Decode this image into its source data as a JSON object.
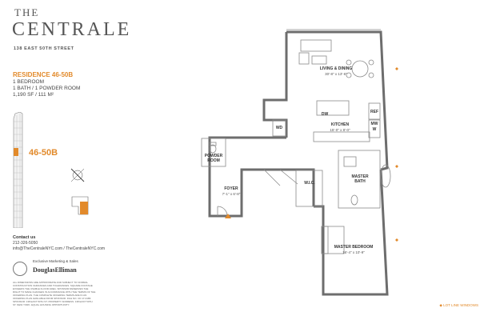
{
  "brand": {
    "logo_line1": "THE",
    "logo_line2": "CENTRALE",
    "address": "138 EAST 50TH STREET"
  },
  "residence": {
    "title": "RESIDENCE 46-50B",
    "bedrooms": "1 BEDROOM",
    "baths": "1 BATH / 1 POWDER ROOM",
    "area": "1,190 SF / 111 M²",
    "unit_label": "46-50B"
  },
  "contact": {
    "heading": "Contact us",
    "phone": "212-326-5050",
    "email_web": "info@TheCentraleNYC.com / TheCentraleNYC.com",
    "exclusive": "Exclusive Marketing & Sales",
    "broker": "DouglasElliman"
  },
  "disclaimer": "All dimensions are approximate and subject to normal construction variances and tolerances. Square footage exceeds the usable floor area. Sponsor reserves the right to make changes in accordance with the terms of the offering plan. The complete offering terms are in an offering plan available from Sponsor. File No. CD 17-0186. Sponsor: 138 East 50th St. Property address: 138 East 50th St. New York. Equal housing opportunity.",
  "legend": "◆ LOT LINE WINDOWS",
  "rooms": {
    "living": {
      "name": "LIVING & DINING",
      "dim": "30'-8\" x 13'-6\""
    },
    "kitchen": {
      "name": "KITCHEN",
      "dim": "15'-0\" x 8'-0\""
    },
    "dw": "DW",
    "ref": "REF",
    "mw": "MW",
    "w": "W",
    "wd": "WD",
    "powder": {
      "name1": "POWDER",
      "name2": "ROOM"
    },
    "foyer": {
      "name": "FOYER",
      "dim": "7'-1\" x 6'-8\""
    },
    "wic": "W.I.C.",
    "master_bath": {
      "name1": "MASTER",
      "name2": "BATH"
    },
    "master_bed": {
      "name": "MASTER BEDROOM",
      "dim": "16'-4\" x 10'-9\""
    }
  },
  "colors": {
    "accent": "#e28a2b",
    "wall": "#6d6d6d"
  }
}
